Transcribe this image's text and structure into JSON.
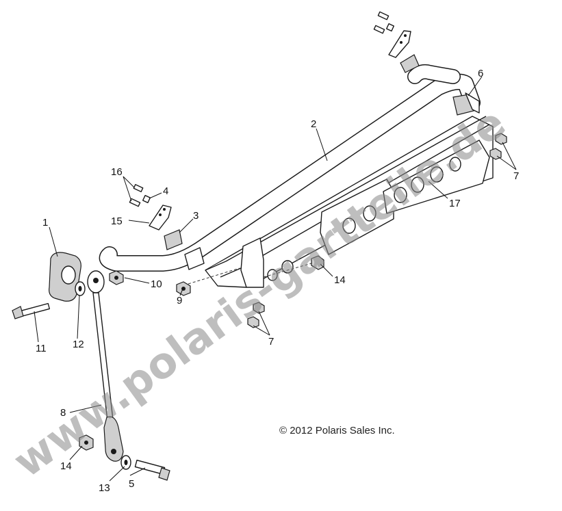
{
  "copyright": "© 2012 Polaris Sales Inc.",
  "watermark": "www.polaris-gartteile.de",
  "callouts": [
    {
      "id": "c1",
      "label": "1"
    },
    {
      "id": "c2",
      "label": "2"
    },
    {
      "id": "c3",
      "label": "3"
    },
    {
      "id": "c4",
      "label": "4"
    },
    {
      "id": "c5",
      "label": "5"
    },
    {
      "id": "c6",
      "label": "6"
    },
    {
      "id": "c7a",
      "label": "7"
    },
    {
      "id": "c7b",
      "label": "7"
    },
    {
      "id": "c8",
      "label": "8"
    },
    {
      "id": "c9",
      "label": "9"
    },
    {
      "id": "c10",
      "label": "10"
    },
    {
      "id": "c11",
      "label": "11"
    },
    {
      "id": "c12",
      "label": "12"
    },
    {
      "id": "c13",
      "label": "13"
    },
    {
      "id": "c14a",
      "label": "14"
    },
    {
      "id": "c14b",
      "label": "14"
    },
    {
      "id": "c15",
      "label": "15"
    },
    {
      "id": "c16",
      "label": "16"
    },
    {
      "id": "c17",
      "label": "17"
    }
  ]
}
